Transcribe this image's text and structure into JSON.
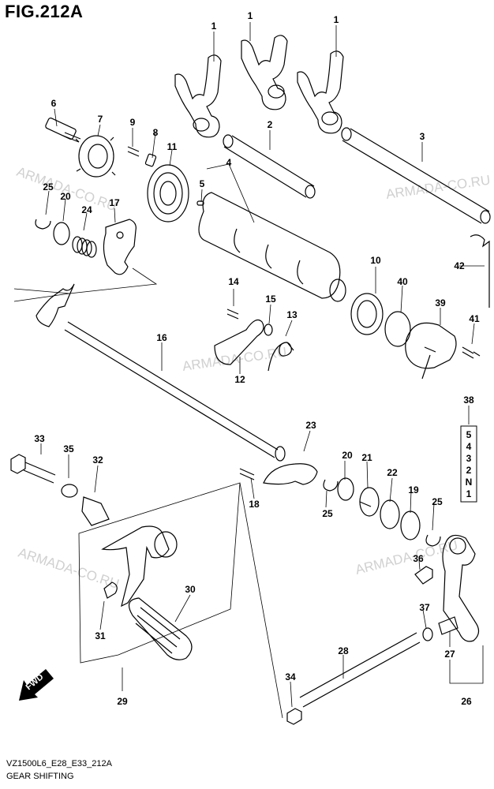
{
  "title": "FIG.212A",
  "footer": {
    "code": "VZ1500L6_E28_E33_212A",
    "subtitle": "GEAR SHIFTING"
  },
  "watermark": "ARMADA-CO.RU",
  "fwd_label": "FWD",
  "callouts": {
    "c1a": "1",
    "c1b": "1",
    "c1c": "1",
    "c2": "2",
    "c3": "3",
    "c4": "4",
    "c5": "5",
    "c6": "6",
    "c7": "7",
    "c8": "8",
    "c9": "9",
    "c10": "10",
    "c11": "11",
    "c12": "12",
    "c13": "13",
    "c14": "14",
    "c15": "15",
    "c16": "16",
    "c17": "17",
    "c18": "18",
    "c19": "19",
    "c20a": "20",
    "c20b": "20",
    "c21": "21",
    "c22": "22",
    "c23": "23",
    "c24": "24",
    "c25a": "25",
    "c25b": "25",
    "c25c": "25",
    "c26": "26",
    "c27": "27",
    "c28": "28",
    "c29": "29",
    "c30": "30",
    "c31": "31",
    "c32": "32",
    "c33": "33",
    "c34": "34",
    "c35": "35",
    "c36": "36",
    "c37": "37",
    "c38": "38",
    "c39": "39",
    "c40": "40",
    "c41": "41",
    "c42": "42"
  },
  "gear_indicator": [
    "5",
    "4",
    "3",
    "2",
    "N",
    "1"
  ]
}
